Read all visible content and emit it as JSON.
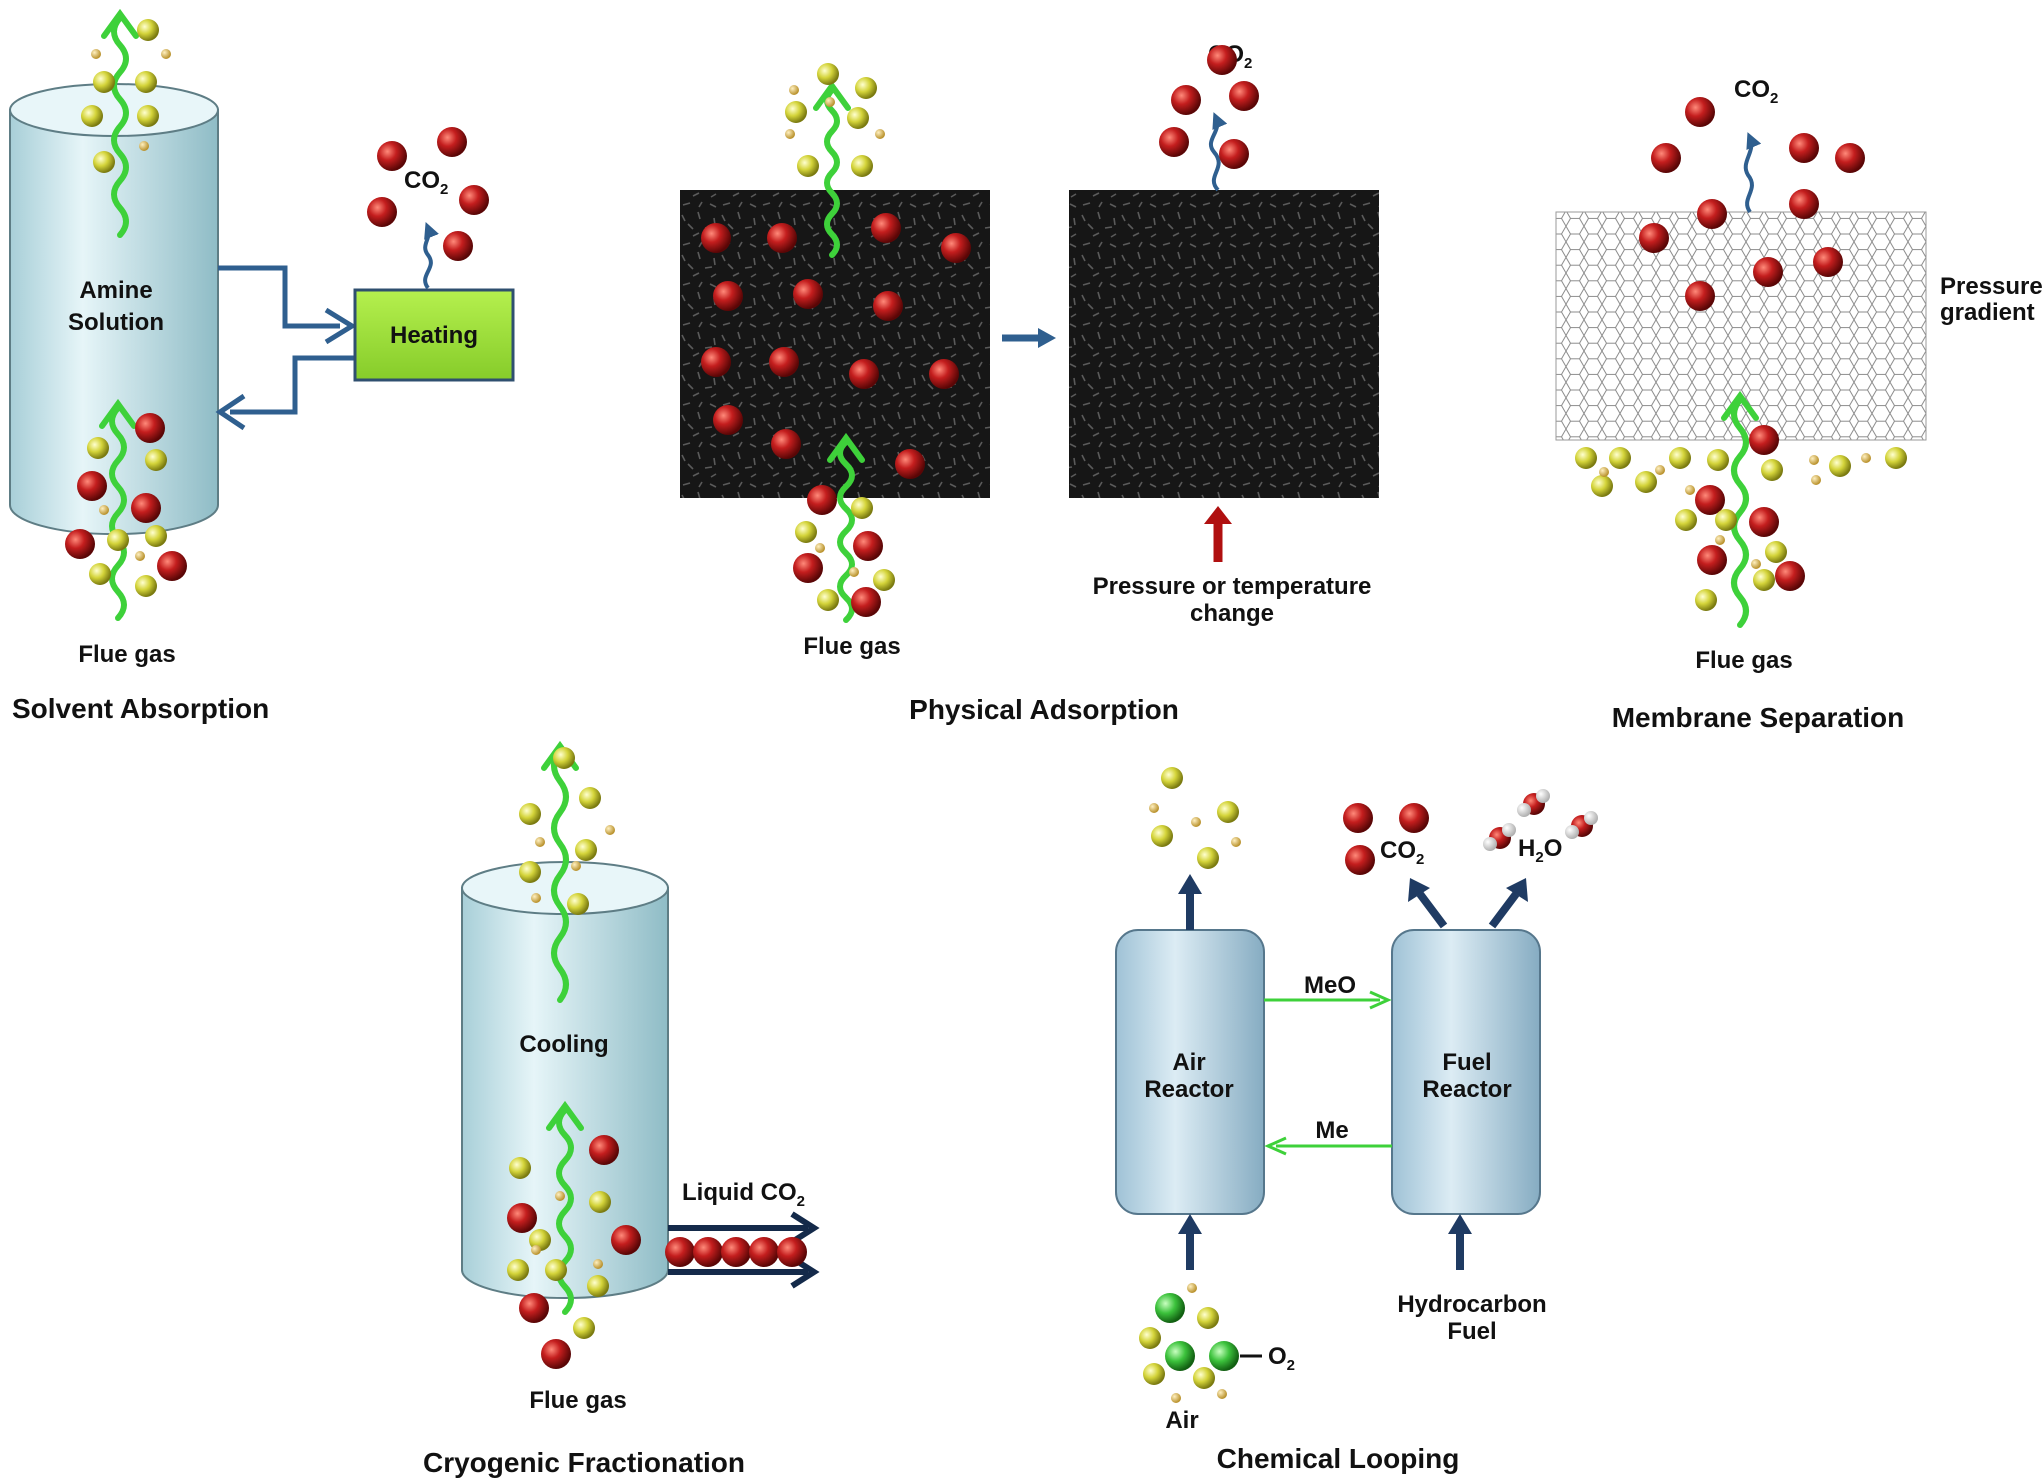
{
  "colors": {
    "vessel_light": "#dbeff3",
    "vessel_dark": "#8fbcc6",
    "reactor_light": "#d8e9f2",
    "reactor_dark": "#8eb3c8",
    "co2_red": "#b81c1c",
    "n2_yellow": "#c8c830",
    "o2_green": "#3cc23c",
    "green_arrow": "#3ed13a",
    "blue_arrow": "#2f5f8f",
    "navy_arrow": "#1f3b63",
    "heating_box": "#9be03a",
    "adsorbent": "#1a1a1a",
    "red_arrow": "#b01010"
  },
  "solvent_absorption": {
    "title": "Solvent Absorption",
    "vessel_label_line1": "Amine",
    "vessel_label_line2": "Solution",
    "heater_label": "Heating",
    "co2_label": "CO",
    "co2_sub": "2",
    "flue_gas_label": "Flue gas"
  },
  "physical_adsorption": {
    "title": "Physical Adsorption",
    "co2_label": "CO",
    "co2_sub": "2",
    "flue_gas_label": "Flue gas",
    "condition_line1": "Pressure or temperature",
    "condition_line2": "change"
  },
  "membrane_separation": {
    "title": "Membrane Separation",
    "co2_label": "CO",
    "co2_sub": "2",
    "gradient_line1": "Pressure",
    "gradient_line2": "gradient",
    "flue_gas_label": "Flue gas"
  },
  "cryogenic_fractionation": {
    "title": "Cryogenic Fractionation",
    "vessel_label": "Cooling",
    "liquid_label": "Liquid CO",
    "liquid_sub": "2",
    "flue_gas_label": "Flue gas"
  },
  "chemical_looping": {
    "title": "Chemical Looping",
    "air_reactor_line1": "Air",
    "air_reactor_line2": "Reactor",
    "fuel_reactor_line1": "Fuel",
    "fuel_reactor_line2": "Reactor",
    "meo_label": "MeO",
    "me_label": "Me",
    "co2_label": "CO",
    "co2_sub": "2",
    "h2o_label_h": "H",
    "h2o_sub": "2",
    "h2o_label_o": "O",
    "hydrocarbon_line1": "Hydrocarbon",
    "hydrocarbon_line2": "Fuel",
    "air_label": "Air",
    "o2_label": "O",
    "o2_sub": "2"
  }
}
